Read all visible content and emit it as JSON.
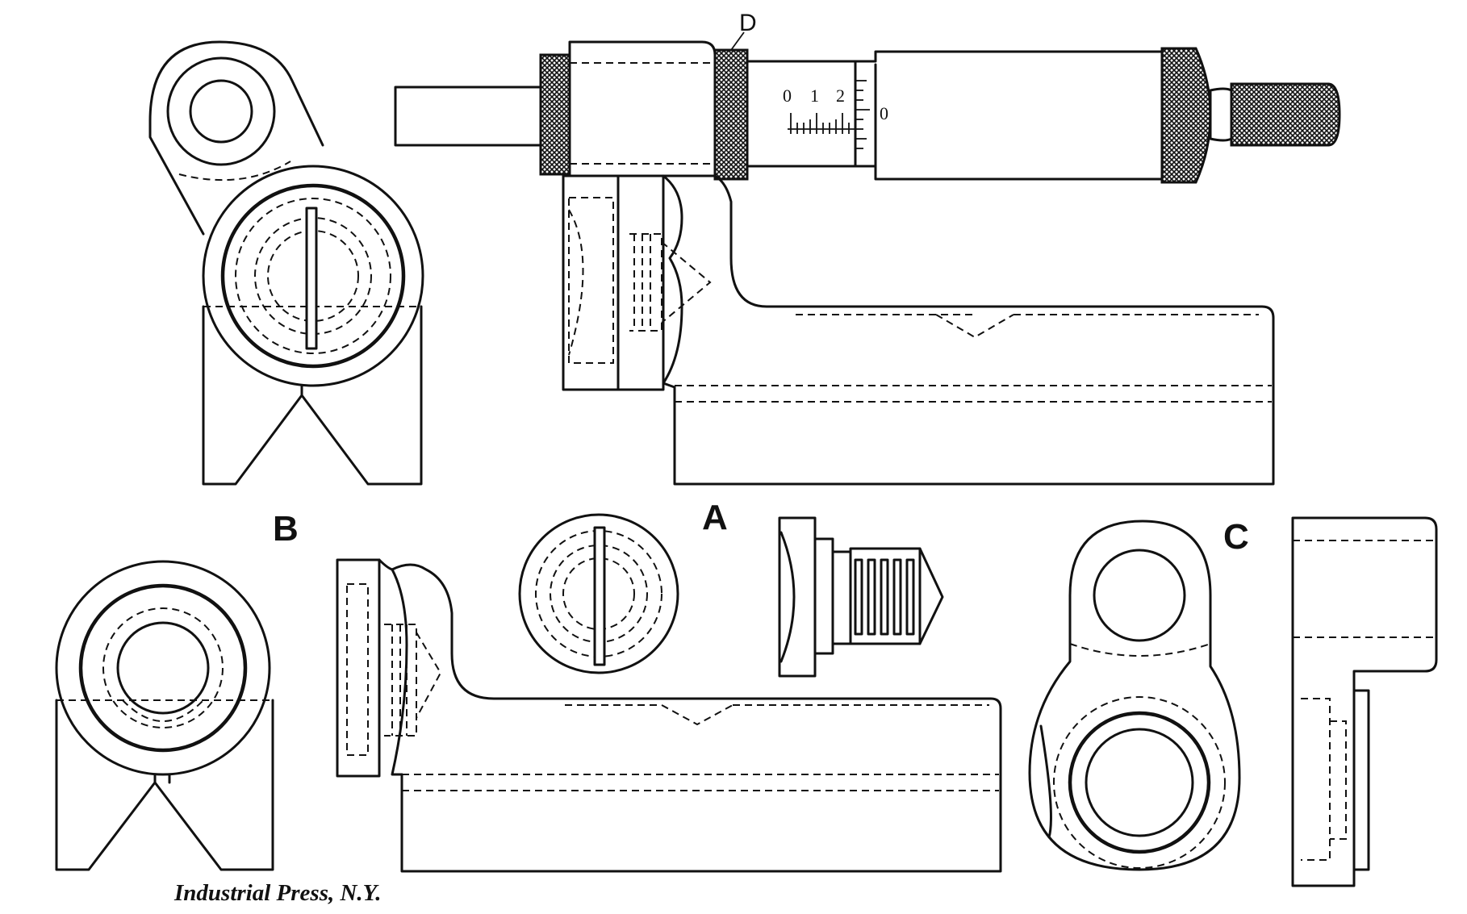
{
  "labels": {
    "a": "A",
    "b": "B",
    "c": "C",
    "d": "D"
  },
  "scale_numbers": [
    "0",
    "1",
    "2"
  ],
  "thimble_zero": "0",
  "credit": "Industrial Press, N.Y."
}
